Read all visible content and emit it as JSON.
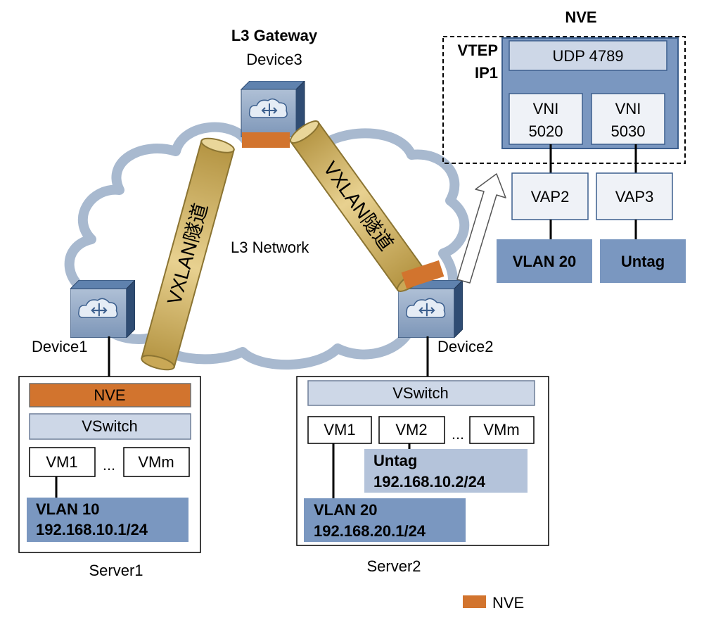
{
  "gateway": {
    "role": "L3 Gateway",
    "device": "Device3"
  },
  "network_label": "L3 Network",
  "tunnel_label": "VXLAN隧道",
  "nve_detail": {
    "title": "NVE",
    "vtep": [
      "VTEP",
      "IP1"
    ],
    "udp": "UDP 4789",
    "vnis": [
      [
        "VNI",
        "5020"
      ],
      [
        "VNI",
        "5030"
      ]
    ],
    "vaps": [
      "VAP2",
      "VAP3"
    ],
    "vlans": [
      "VLAN 20",
      "Untag"
    ]
  },
  "device1": {
    "name": "Device1"
  },
  "device2": {
    "name": "Device2"
  },
  "server1": {
    "name": "Server1",
    "nve": "NVE",
    "vswitch": "VSwitch",
    "vm_first": "VM1",
    "ellipsis": "...",
    "vm_last": "VMm",
    "vlan": "VLAN 10",
    "ip": "192.168.10.1/24"
  },
  "server2": {
    "name": "Server2",
    "vswitch": "VSwitch",
    "vm1": "VM1",
    "vm2": "VM2",
    "ellipsis": "...",
    "vmm": "VMm",
    "untag": "Untag",
    "untag_ip": "192.168.10.2/24",
    "vlan": "VLAN 20",
    "vlan_ip": "192.168.20.1/24"
  },
  "legend": {
    "label": "NVE",
    "color": "#D2742E"
  },
  "colors": {
    "nve_orange": "#D2742E",
    "vlan_blue": "#7A97C0",
    "light_blue": "#CDD7E7",
    "device_blue": "#3C5F8E",
    "tunnel_tan": "#D9BD6F",
    "cloud_edge": "#A8B9CF"
  }
}
